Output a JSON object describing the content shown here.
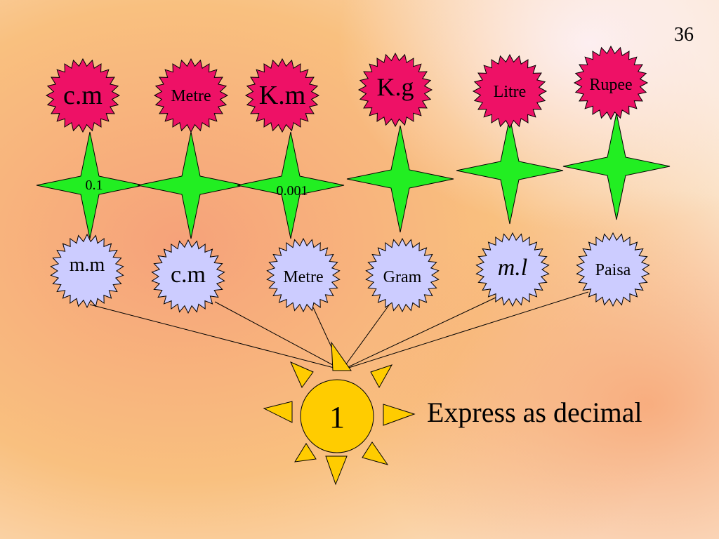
{
  "page_number": "36",
  "caption": "Express as decimal",
  "center_value": "1",
  "top_units": [
    "c.m",
    "Metre",
    "K.m",
    "K.g",
    "Litre",
    "Rupee"
  ],
  "bottom_units": [
    "m.m",
    "c.m",
    "Metre",
    "Gram",
    "m.l",
    "Paisa"
  ],
  "star_values": [
    "0.1",
    "",
    "0.001",
    "",
    "",
    ""
  ],
  "colors": {
    "top_burst": "#ee1166",
    "bottom_burst": "#ccccff",
    "star": "#22ee22",
    "sun": "#ffcc00",
    "background": "#f8b27c"
  }
}
